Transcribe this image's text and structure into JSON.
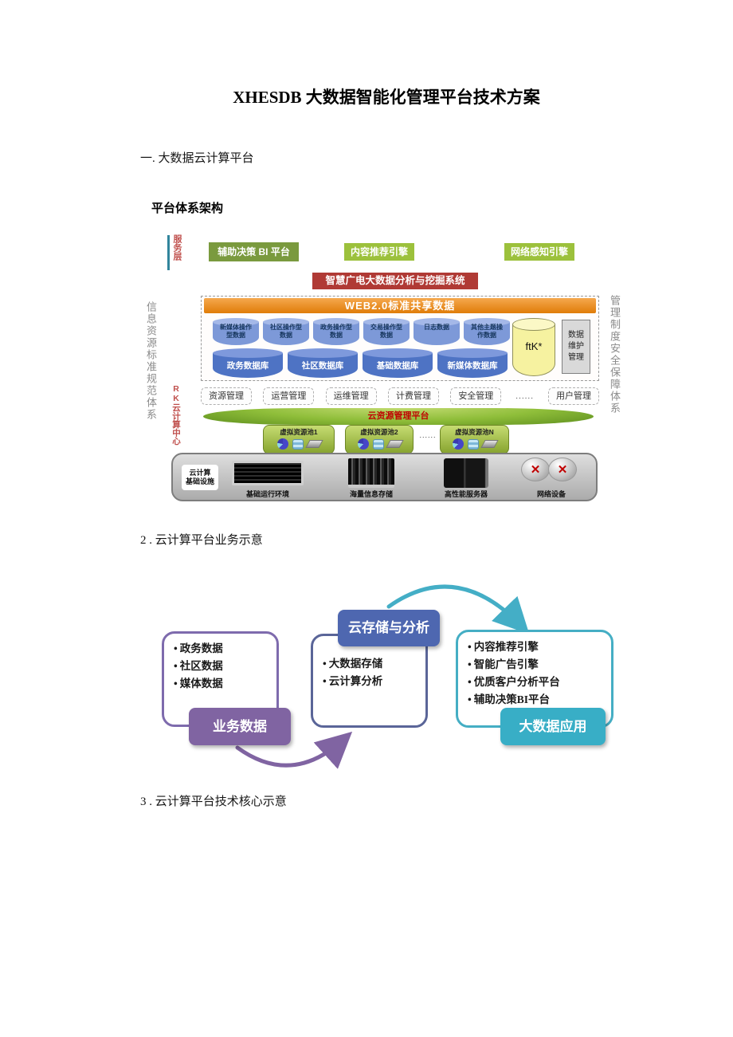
{
  "page": {
    "title": "XHESDB 大数据智能化管理平台技术方案",
    "section1_heading": "一. 大数据云计算平台",
    "architecture_heading": "平台体系架构",
    "section2_heading": "2 . 云计算平台业务示意",
    "section3_heading": "3 . 云计算平台技术核心示意"
  },
  "architecture": {
    "service_layer": "服务层",
    "left_side_label": "信息资源标准规范体系",
    "right_side_label": "管理制度安全保障体系",
    "datacenter_label": "RK云计算中心",
    "engines": [
      "辅助决策 BI 平台",
      "内容推荐引擎",
      "网络感知引擎"
    ],
    "mining_system": "智慧广电大数据分析与挖掘系统",
    "web_bar": "WEB2.0标准共享数据",
    "operational_cylinders": [
      "新媒体操作型数据",
      "社区操作型数据",
      "政务操作型数据",
      "交易操作型数据",
      "日志数据",
      "其他主题操作数据"
    ],
    "database_cylinders": [
      "政务数据库",
      "社区数据库",
      "基础数据库",
      "新媒体数据库"
    ],
    "metadata_cylinder": "ftK*",
    "maintenance_box": "数据维护管理",
    "management_items": [
      "资源管理",
      "运营管理",
      "运维管理",
      "计费管理",
      "安全管理",
      "......",
      "用户管理"
    ],
    "cloud_band": "云资源管理平台",
    "pools": [
      "虚拟资源池1",
      "虚拟资源池2",
      "虚拟资源池N"
    ],
    "pool_ellipsis": "......",
    "infra_label": [
      "云计算",
      "基础设施"
    ],
    "infra_items": [
      "基础运行环境",
      "海量信息存储",
      "高性能服务器",
      "网络设备"
    ]
  },
  "flow": {
    "business_data": {
      "label": "业务数据",
      "items": [
        "政务数据",
        "社区数据",
        "媒体数据"
      ]
    },
    "cloud_storage": {
      "label": "云存储与分析",
      "items": [
        "大数据存储",
        "云计算分析"
      ]
    },
    "big_data_apps": {
      "label": "大数据应用",
      "items": [
        "内容推荐引擎",
        "智能广告引擎",
        "优质客户分析平台",
        "辅助决策BI平台"
      ]
    }
  },
  "colors": {
    "engine_dark_green": "#7A9A3E",
    "engine_light_green": "#9CC13C",
    "mining_red": "#B03A35",
    "web_orange": "#E8820E",
    "cylinder_light_blue": "#7D99D8",
    "cylinder_dark_blue": "#4E73C4",
    "metadata_yellow": "#F6F2A0",
    "band_green": "#8FBE3A",
    "band_text_red": "#C00000",
    "purple": "#8064A2",
    "indigo": "#4E67B0",
    "teal": "#38AEC6"
  }
}
